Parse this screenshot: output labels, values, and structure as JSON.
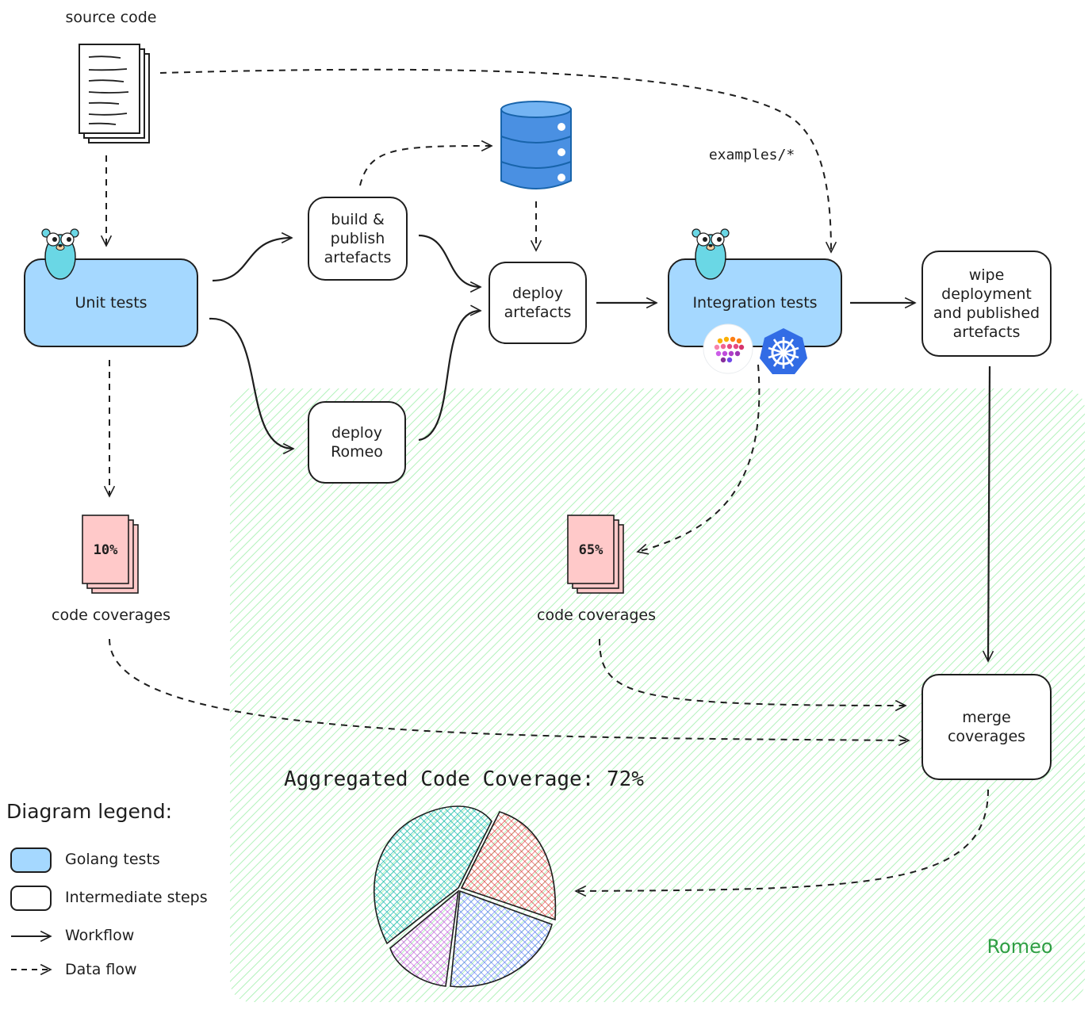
{
  "source_code_label": "source code",
  "examples_label": "examples/*",
  "nodes": {
    "unit_tests": "Unit tests",
    "build_publish": "build &\npublish\nartefacts",
    "deploy_romeo": "deploy\nRomeo",
    "deploy_artefacts": "deploy\nartefacts",
    "integration_tests": "Integration tests",
    "wipe_deployment": "wipe deployment\nand published\nartefacts",
    "merge_coverages": "merge\ncoverages"
  },
  "coverage_unit": {
    "value": "10%",
    "label": "code coverages"
  },
  "coverage_integration": {
    "value": "65%",
    "label": "code coverages"
  },
  "aggregated_title": "Aggregated Code Coverage: 72%",
  "romeo_region_label": "Romeo",
  "legend": {
    "title": "Diagram legend:",
    "items": [
      {
        "label": "Golang tests"
      },
      {
        "label": "Intermediate steps"
      },
      {
        "label": "Workflow"
      },
      {
        "label": "Data flow"
      }
    ]
  },
  "colors": {
    "golang_fill": "#a5d8ff",
    "coverage_fill": "#ffc9c9",
    "romeo_hatch": "#b2f2bb",
    "romeo_text": "#2f9e44",
    "database_blue": "#1971c2",
    "pie_teal": "#12b8b0",
    "pie_red": "#e03131",
    "pie_blue": "#4c6ef5",
    "pie_purple": "#be4bdb"
  },
  "icons": [
    "document-stack-icon",
    "gopher-icon",
    "database-icon",
    "grafana-icon",
    "kubernetes-icon"
  ]
}
